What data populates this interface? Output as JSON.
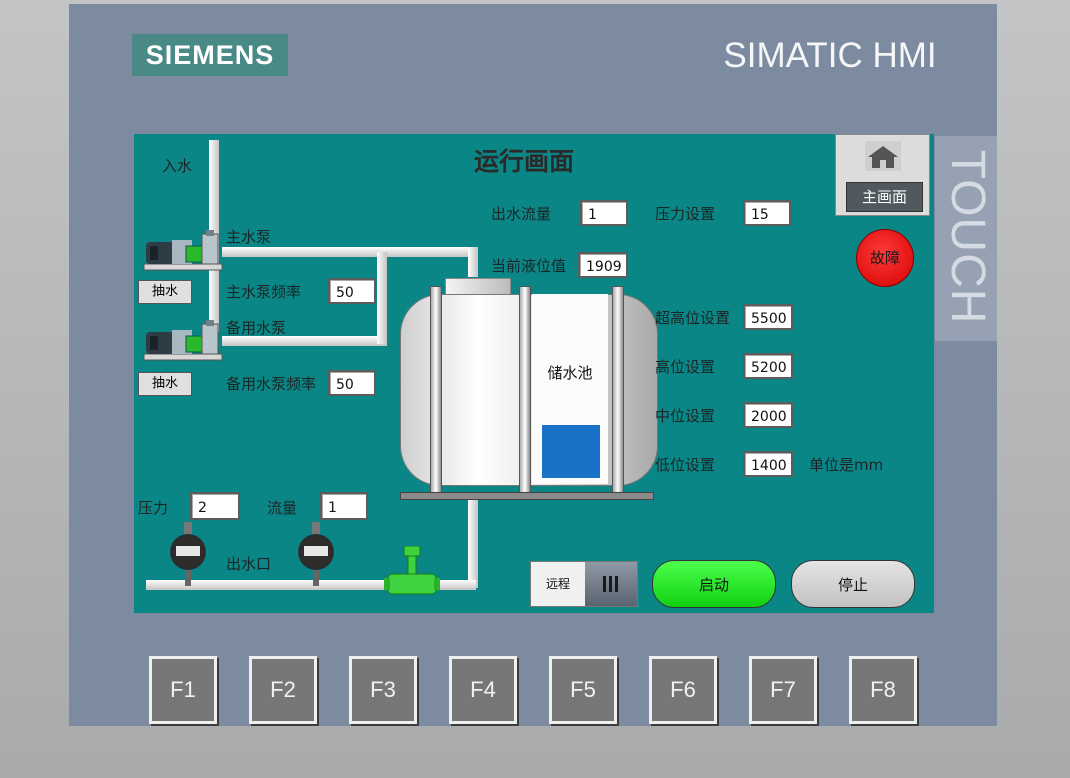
{
  "device": {
    "logo": "SIEMENS",
    "brand": "SIMATIC HMI",
    "side_label": "TOUCH",
    "fkeys": [
      "F1",
      "F2",
      "F3",
      "F4",
      "F5",
      "F6",
      "F7",
      "F8"
    ]
  },
  "screen": {
    "title": "运行画面",
    "home_button": "主画面",
    "fault_label": "故障",
    "inlet_label": "入水",
    "outlet_label": "出水口",
    "tank_label": "储水池",
    "tank_level_fill": 0.3,
    "main_pump": {
      "label": "主水泵",
      "freq_label": "主水泵频率",
      "freq_value": "50",
      "button": "抽水"
    },
    "backup_pump": {
      "label": "备用水泵",
      "freq_label": "备用水泵频率",
      "freq_value": "50",
      "button": "抽水"
    },
    "pressure": {
      "label": "压力",
      "value": "2"
    },
    "flow": {
      "label": "流量",
      "value": "1"
    },
    "outflow": {
      "label": "出水流量",
      "value": "1"
    },
    "pressure_setting": {
      "label": "压力设置",
      "value": "15"
    },
    "current_level": {
      "label": "当前液位值",
      "value": "1909"
    },
    "super_high": {
      "label": "超高位设置",
      "value": "5500"
    },
    "high": {
      "label": "高位设置",
      "value": "5200"
    },
    "mid": {
      "label": "中位设置",
      "value": "2000"
    },
    "low": {
      "label": "低位设置",
      "value": "1400"
    },
    "unit_note": "单位是mm",
    "mode_switch": "远程",
    "start_button": "启动",
    "stop_button": "停止",
    "colors": {
      "screen_bg": "#0b8686",
      "fault": "#e8141c",
      "start": "#22ee22",
      "water": "#1a72c8"
    }
  }
}
